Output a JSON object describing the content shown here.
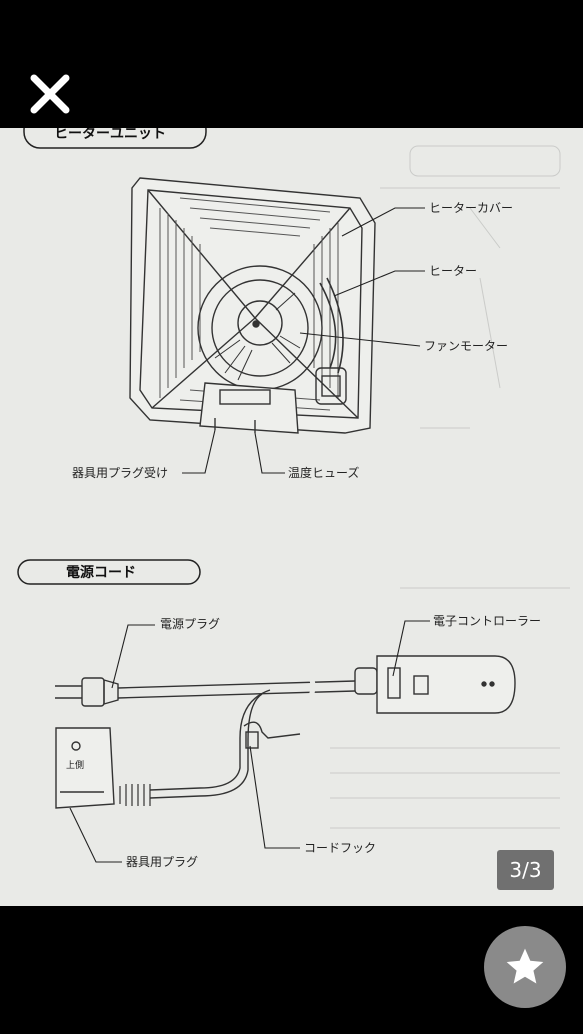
{
  "viewer": {
    "page_counter": "3/3",
    "close_icon": "close-icon",
    "favorite_icon": "star-icon"
  },
  "manual": {
    "section1_title": "ヒーターユニット",
    "heater_labels": {
      "heater_cover": "ヒーターカバー",
      "heater": "ヒーター",
      "fan_motor": "ファンモーター",
      "appliance_plug_socket": "器具用プラグ受け",
      "thermal_fuse": "温度ヒューズ"
    },
    "section2_title": "電源コード",
    "cord_labels": {
      "power_plug": "電源プラグ",
      "electronic_controller": "電子コントローラー",
      "appliance_plug": "器具用プラグ",
      "cord_hook": "コードフック"
    },
    "plug_marking": "上側"
  }
}
